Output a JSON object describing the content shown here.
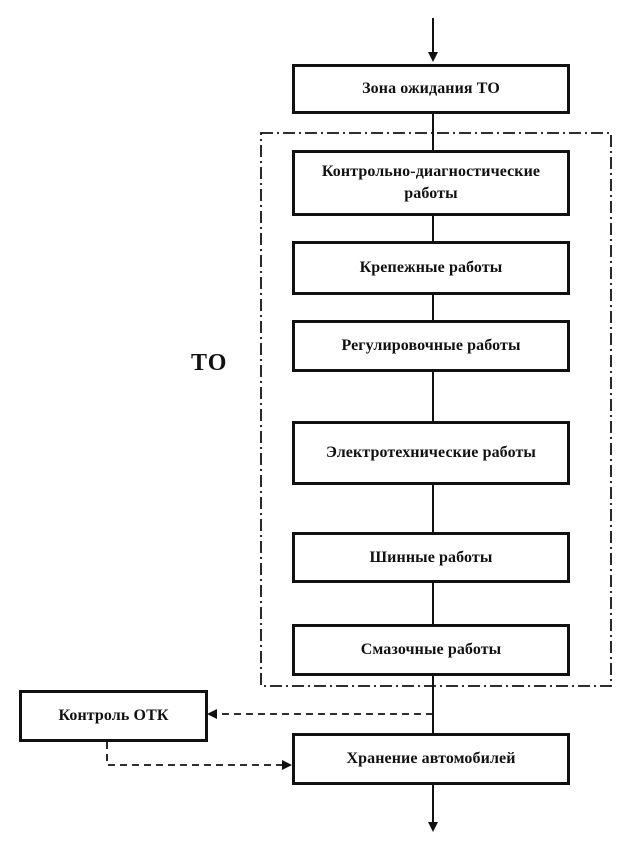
{
  "diagram": {
    "group_label": "ТО",
    "nodes": {
      "waiting_zone": "Зона ожидания ТО",
      "control_diagnostic": "Контрольно-диагностические работы",
      "fastening": "Крепежные работы",
      "adjustment": "Регулировочные работы",
      "electrotechnical": "Электротехнические работы",
      "tire": "Шинные работы",
      "lubrication": "Смазочные работы",
      "qc_control": "Контроль ОТК",
      "storage": "Хранение автомобилей"
    },
    "edges": [
      {
        "from": "entry",
        "to": "waiting_zone",
        "style": "solid"
      },
      {
        "from": "waiting_zone",
        "to": "control_diagnostic",
        "style": "solid"
      },
      {
        "from": "control_diagnostic",
        "to": "fastening",
        "style": "solid"
      },
      {
        "from": "fastening",
        "to": "adjustment",
        "style": "solid"
      },
      {
        "from": "adjustment",
        "to": "electrotechnical",
        "style": "solid"
      },
      {
        "from": "electrotechnical",
        "to": "tire",
        "style": "solid"
      },
      {
        "from": "tire",
        "to": "lubrication",
        "style": "solid"
      },
      {
        "from": "lubrication",
        "to": "storage",
        "style": "solid"
      },
      {
        "from": "main_line",
        "to": "qc_control",
        "style": "dashed"
      },
      {
        "from": "qc_control",
        "to": "storage",
        "style": "dashed"
      },
      {
        "from": "storage",
        "to": "exit",
        "style": "solid"
      }
    ],
    "colors": {
      "line": "#111111",
      "background": "#ffffff"
    }
  }
}
